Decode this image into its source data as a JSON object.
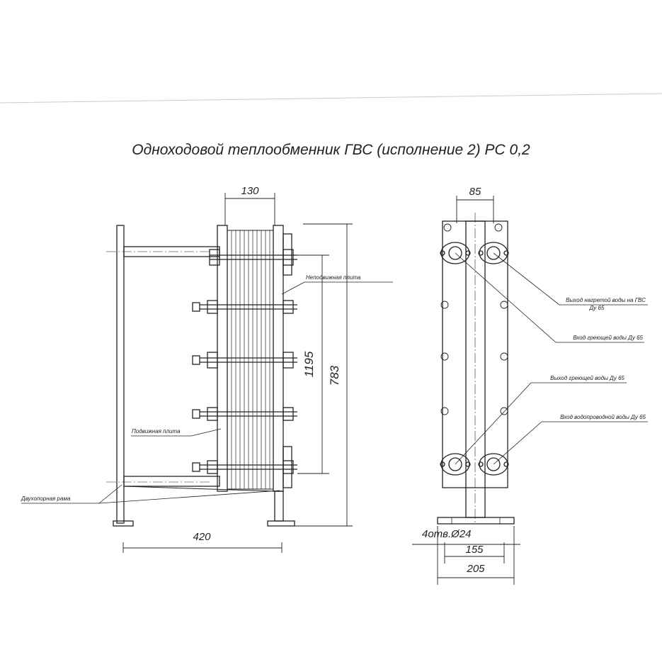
{
  "title": "Одноходовой теплообменник ГВС (исполнение 2) РС 0,2",
  "front_view": {
    "dim_top": "130",
    "dim_bottom": "420",
    "dim_vertical_inner": "1195",
    "dim_vertical_outer": "783",
    "label_fixed_plate": "Неподвижная плита",
    "label_movable_plate": "Подвижная плита",
    "label_frame": "Двухопорная рама"
  },
  "side_view": {
    "dim_top": "85",
    "dim_holes": "4отв.Ø24",
    "dim_155": "155",
    "dim_205": "205",
    "label_outlet_heated_line1": "Выход нагретой воды на ГВС",
    "label_outlet_heated_line2": "Ду 65",
    "label_inlet_heating": "Вход греющей воды Ду 65",
    "label_outlet_heating": "Выход греющей воды Ду 65",
    "label_inlet_tap": "Вход водопроводной воды Ду 65"
  },
  "colors": {
    "ink": "#222222",
    "paper": "#ffffff"
  }
}
